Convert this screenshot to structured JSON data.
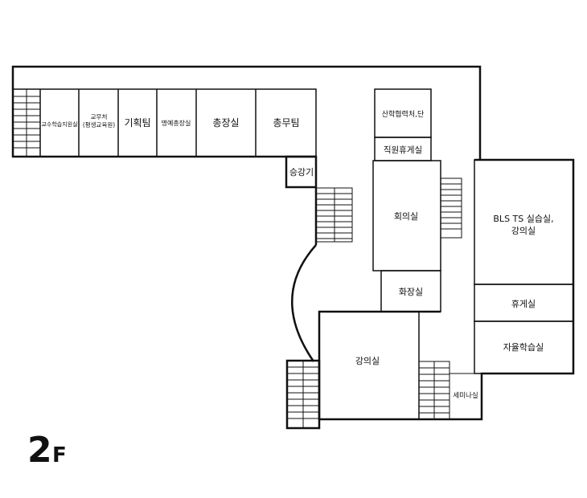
{
  "floor": {
    "number": "2",
    "suffix": "F"
  },
  "rooms": {
    "professor_learning_support": "교수학습지원실",
    "academic_affairs_line1": "교무처",
    "academic_affairs_line2": "(평생교육원)",
    "planning_team": "기획팀",
    "honorary_president": "명예총장실",
    "president": "총장실",
    "general_affairs": "총무팀",
    "elevator": "승강기",
    "industry_academia": "산학협력처,단",
    "staff_lounge": "직원휴게실",
    "meeting_room": "회의실",
    "restroom": "화장실",
    "bls_ts_line1": "BLS TS 실습실,",
    "bls_ts_line2": "강의실",
    "lounge": "휴게실",
    "self_study": "자율학습실",
    "lecture_room": "강의실",
    "seminar_room": "세미나실"
  },
  "colors": {
    "wall": "#111111",
    "background": "#ffffff"
  }
}
